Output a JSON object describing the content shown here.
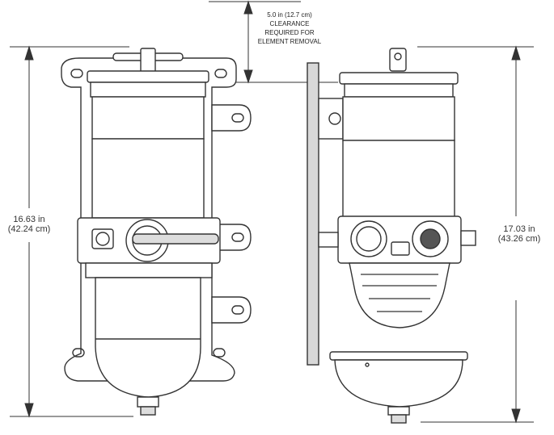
{
  "clearance_note": {
    "line1": "5.0 in (12.7 cm)",
    "line2": "CLEARANCE",
    "line3": "REQUIRED FOR",
    "line4": "ELEMENT REMOVAL"
  },
  "height_front": {
    "imperial": "16.63 in",
    "metric": "(42.24 cm)"
  },
  "height_side": {
    "imperial": "17.03 in",
    "metric": "(43.26 cm)"
  },
  "colors": {
    "line": "#333333",
    "fill": "#ffffff",
    "shade": "#d8d8d8",
    "dark": "#555555"
  }
}
